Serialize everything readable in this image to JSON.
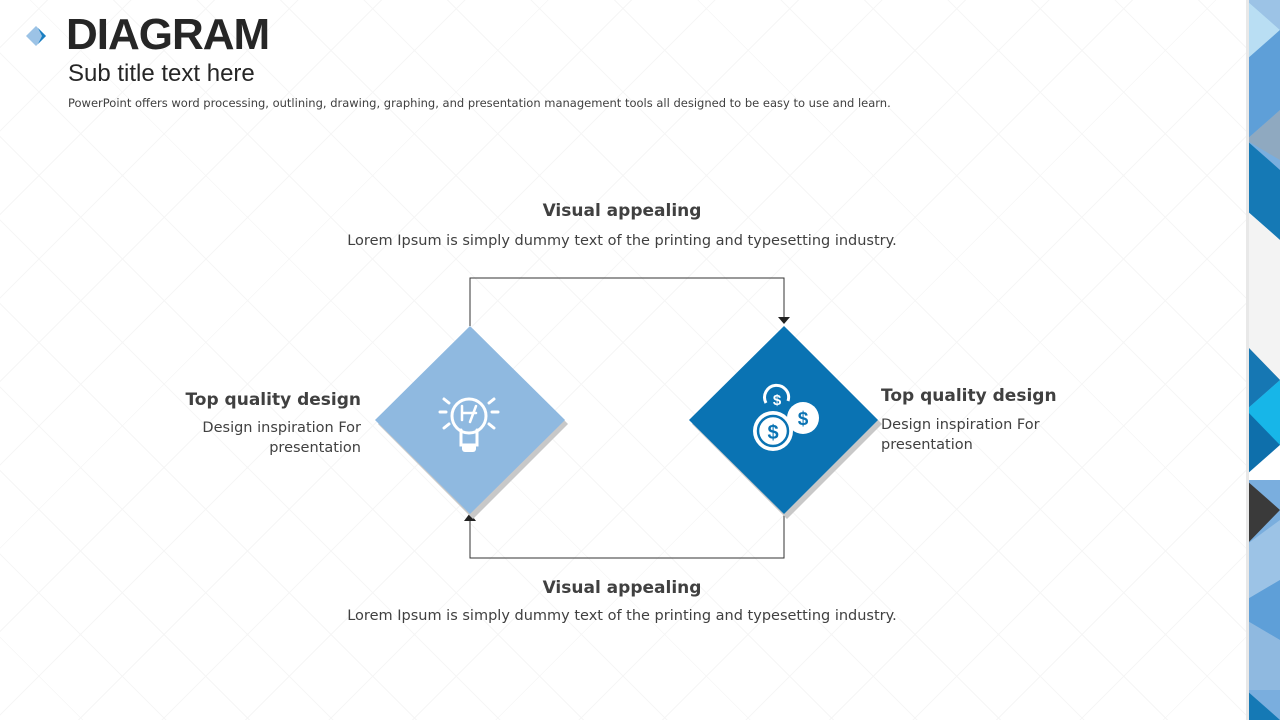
{
  "header": {
    "title": "DIAGRAM",
    "subtitle": "Sub title text here",
    "description": "PowerPoint offers word processing, outlining, drawing, graphing, and presentation management tools all designed to be easy to use and learn."
  },
  "top": {
    "heading": "Visual appealing",
    "text": "Lorem Ipsum is simply dummy text of the printing and typesetting industry."
  },
  "bottom": {
    "heading": "Visual appealing",
    "text": "Lorem Ipsum is simply dummy text of the printing and typesetting industry."
  },
  "left": {
    "heading": "Top quality design",
    "line1": "Design inspiration For",
    "line2": "presentation",
    "icon": "lightbulb-icon"
  },
  "right": {
    "heading": "Top quality design",
    "line1": "Design inspiration For",
    "line2": "presentation",
    "icon": "coins-icon"
  },
  "colors": {
    "light_blue": "#8fb9e0",
    "dark_blue": "#0a73b3",
    "text": "#404040"
  }
}
